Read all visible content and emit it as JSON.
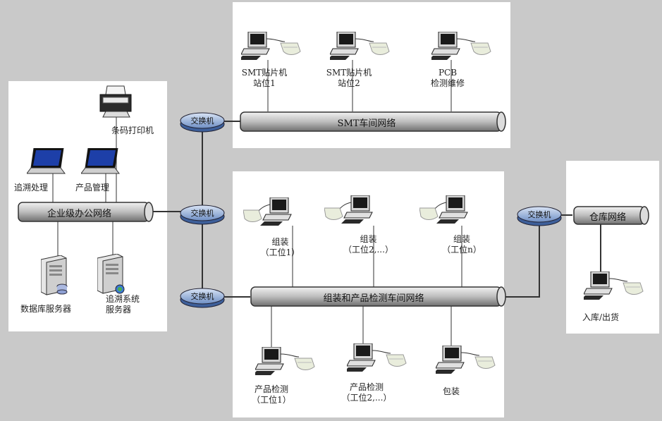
{
  "networks": {
    "smt": "SMT车间网络",
    "office": "企业级办公网络",
    "assembly": "组装和产品检测车间网络",
    "warehouse": "仓库网络"
  },
  "switch_label": "交换机",
  "nodes": {
    "smt1": "SMT贴片机\n站位1",
    "smt2": "SMT贴片机\n站位2",
    "pcb": "PCB\n检测维修",
    "printer": "条码打印机",
    "trace": "追溯处理",
    "product_mgmt": "产品管理",
    "db_server": "数据库服务器",
    "trace_server": "追溯系统\n服务器",
    "asm1": "组装\n（工位1）",
    "asm2": "组装\n（工位2,...）",
    "asmn": "组装\n（工位n）",
    "inspect1": "产品检测\n（工位1）",
    "inspect2": "产品检测\n（工位2,...）",
    "packing": "包装",
    "inout": "入库/出货"
  }
}
